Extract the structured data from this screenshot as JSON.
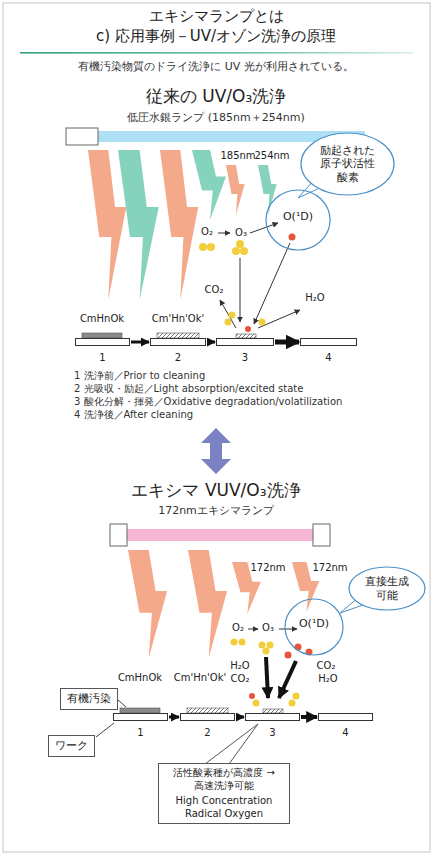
{
  "diagram": {
    "title": "エキシマランプとは",
    "nodes": [
      {
        "text": [
          "励起された 原子状活性 酸素"
        ]
      },
      {
        "text": [
          "O(¹D)"
        ]
      },
      {
        "text": [
          "1"
        ]
      },
      {
        "text": [
          "2"
        ]
      },
      {
        "text": [
          "3"
        ]
      },
      {
        "text": [
          "4"
        ]
      },
      {
        "text": [
          "直接生成 可能"
        ]
      },
      {
        "text": [
          "O(¹D)"
        ]
      },
      {
        "text": [
          "有機汚染"
        ]
      },
      {
        "text": [
          "1"
        ]
      },
      {
        "text": [
          "2"
        ]
      },
      {
        "text": [
          "3"
        ]
      },
      {
        "text": [
          "4"
        ]
      },
      {
        "text": [
          "ワーク"
        ]
      },
      {
        "text": [
          "活性酸素種が高濃度 →高速洗浄可能",
          "High Concentration Radical Oxygen"
        ]
      }
    ],
    "edges": [
      {
        "from": 2,
        "to": 3,
        "arrow": "to"
      },
      {
        "from": 3,
        "to": 4,
        "arrow": "to"
      },
      {
        "from": 4,
        "to": 5,
        "arrow": "to"
      },
      {
        "from": 9,
        "to": 10,
        "arrow": "to"
      },
      {
        "from": 10,
        "to": 11,
        "arrow": "to"
      },
      {
        "from": 11,
        "to": 12,
        "arrow": "to"
      }
    ],
    "labels": [
      "c) 応用事例－UV/オゾン洗浄の原理",
      "有機汚染物質のドライ洗浄に UV 光が利用されている。",
      "従来の UV/O₃洗浄",
      "低圧水銀ランプ (185nm＋254nm)",
      "185nm",
      "254nm",
      "O₂",
      "O₃",
      "CO₂",
      "H₂O",
      "CmHnOk",
      "Cm'Hn'Ok'",
      "1 洗浄前／Prior to cleaning",
      "2 光吸収・励起／Light absorption/excited state",
      "3 酸化分解・揮発／Oxidative degradation/volatilization",
      "4 洗浄後／After cleaning",
      "エキシマ VUV/O₃洗浄",
      "172nmエキシマランプ",
      "172nm",
      "172nm",
      "O₂",
      "O₃",
      "H₂O",
      "CO₂",
      "CO₂",
      "H₂O",
      "CmHnOk",
      "Cm'Hn'Ok'"
    ]
  }
}
